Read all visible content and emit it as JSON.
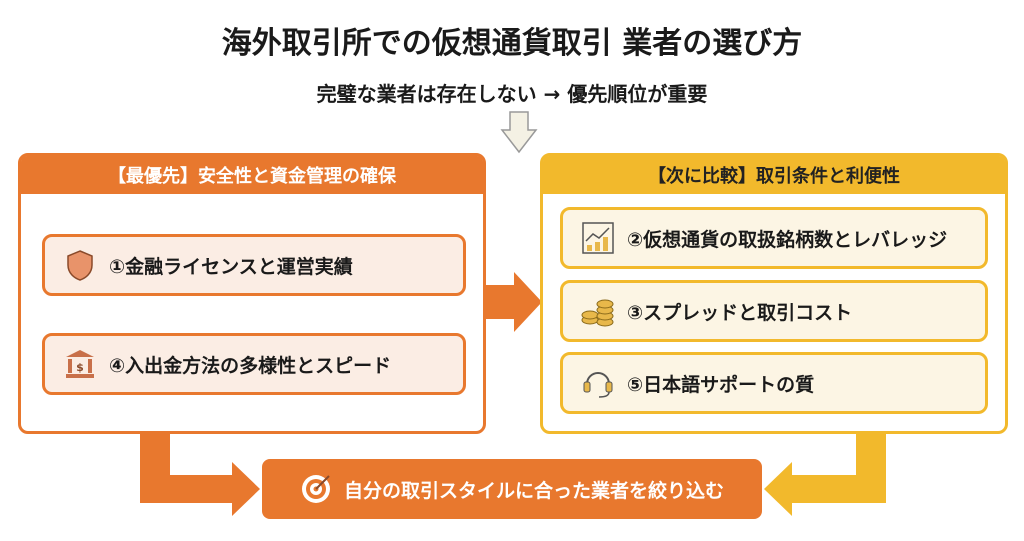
{
  "title": "海外取引所での仮想通貨取引 業者の選び方",
  "subtitle": "完璧な業者は存在しない → 優先順位が重要",
  "left_panel": {
    "header": "【最優先】安全性と資金管理の確保",
    "items": [
      {
        "label": "①金融ライセンスと運営実績",
        "icon": "shield-icon"
      },
      {
        "label": "④入出金方法の多様性とスピード",
        "icon": "bank-icon"
      }
    ]
  },
  "right_panel": {
    "header": "【次に比較】取引条件と利便性",
    "items": [
      {
        "label": "②仮想通貨の取扱銘柄数とレバレッジ",
        "icon": "chart-icon"
      },
      {
        "label": "③スプレッドと取引コスト",
        "icon": "coins-icon"
      },
      {
        "label": "⑤日本語サポートの質",
        "icon": "headset-icon"
      }
    ]
  },
  "goal": {
    "label": "自分の取引スタイルに合った業者を絞り込む",
    "icon": "target-icon"
  },
  "colors": {
    "orange": "#E8782E",
    "yellow": "#F2B92C"
  }
}
